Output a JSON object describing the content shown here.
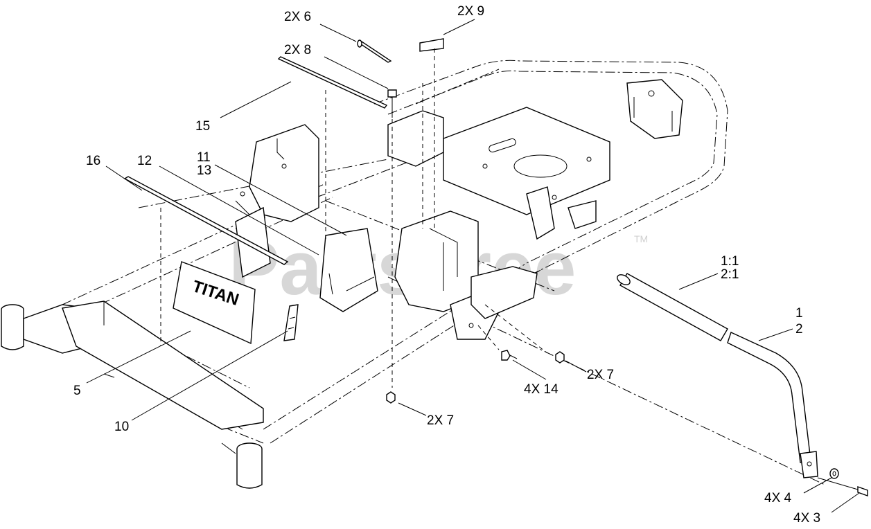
{
  "watermark": {
    "text": "PartsTree",
    "trademark": "TM"
  },
  "plate_brand": "TITAN",
  "callouts": [
    {
      "id": "c-2x6",
      "text": "2X  6"
    },
    {
      "id": "c-2x9",
      "text": "2X  9"
    },
    {
      "id": "c-2x8",
      "text": "2X  8"
    },
    {
      "id": "c-15",
      "text": "15"
    },
    {
      "id": "c-16",
      "text": "16"
    },
    {
      "id": "c-12",
      "text": "12"
    },
    {
      "id": "c-11",
      "text": "11"
    },
    {
      "id": "c-13",
      "text": "13"
    },
    {
      "id": "c-1-1",
      "text": "1:1"
    },
    {
      "id": "c-2-1",
      "text": "2:1"
    },
    {
      "id": "c-1",
      "text": "1"
    },
    {
      "id": "c-2",
      "text": "2"
    },
    {
      "id": "c-5",
      "text": "5"
    },
    {
      "id": "c-10",
      "text": "10"
    },
    {
      "id": "c-2x7-a",
      "text": "2X  7"
    },
    {
      "id": "c-4x14",
      "text": "4X  14"
    },
    {
      "id": "c-2x7-b",
      "text": "2X  7"
    },
    {
      "id": "c-4x4",
      "text": "4X  4"
    },
    {
      "id": "c-4x3",
      "text": "4X  3"
    }
  ]
}
